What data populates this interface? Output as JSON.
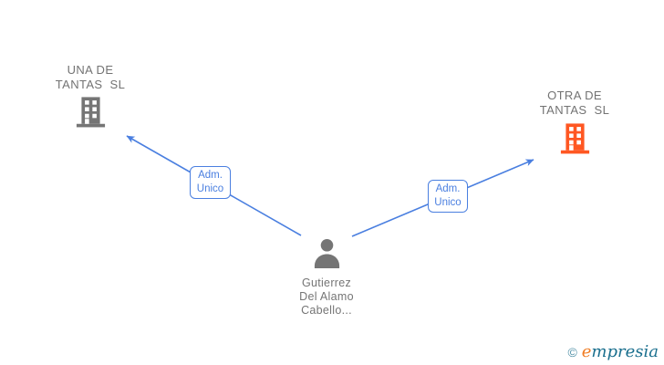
{
  "diagram_type": "corporate-relationship-graph",
  "colors": {
    "edge_blue": "#4a7fe0",
    "edge_label_border": "#4a7fe0",
    "edge_label_text": "#4a7fe0",
    "company_left_icon": "#757575",
    "company_right_icon": "#ff5722",
    "person_icon": "#757575",
    "node_text_gray": "#737373",
    "background": "#ffffff",
    "watermark_teal": "#1a6f8e",
    "watermark_orange": "#f07c23"
  },
  "nodes": {
    "company_left": {
      "line1": "UNA DE",
      "line2": "TANTAS  SL"
    },
    "company_right": {
      "line1": "OTRA DE",
      "line2": "TANTAS  SL"
    },
    "person": {
      "line1": "Gutierrez",
      "line2": "Del Alamo",
      "line3": "Cabello..."
    }
  },
  "edges": {
    "left": {
      "line1": "Adm.",
      "line2": "Unico"
    },
    "right": {
      "line1": "Adm.",
      "line2": "Unico"
    }
  },
  "watermark": {
    "symbol": "©",
    "brand_first": "e",
    "brand_rest": "mpresia"
  }
}
